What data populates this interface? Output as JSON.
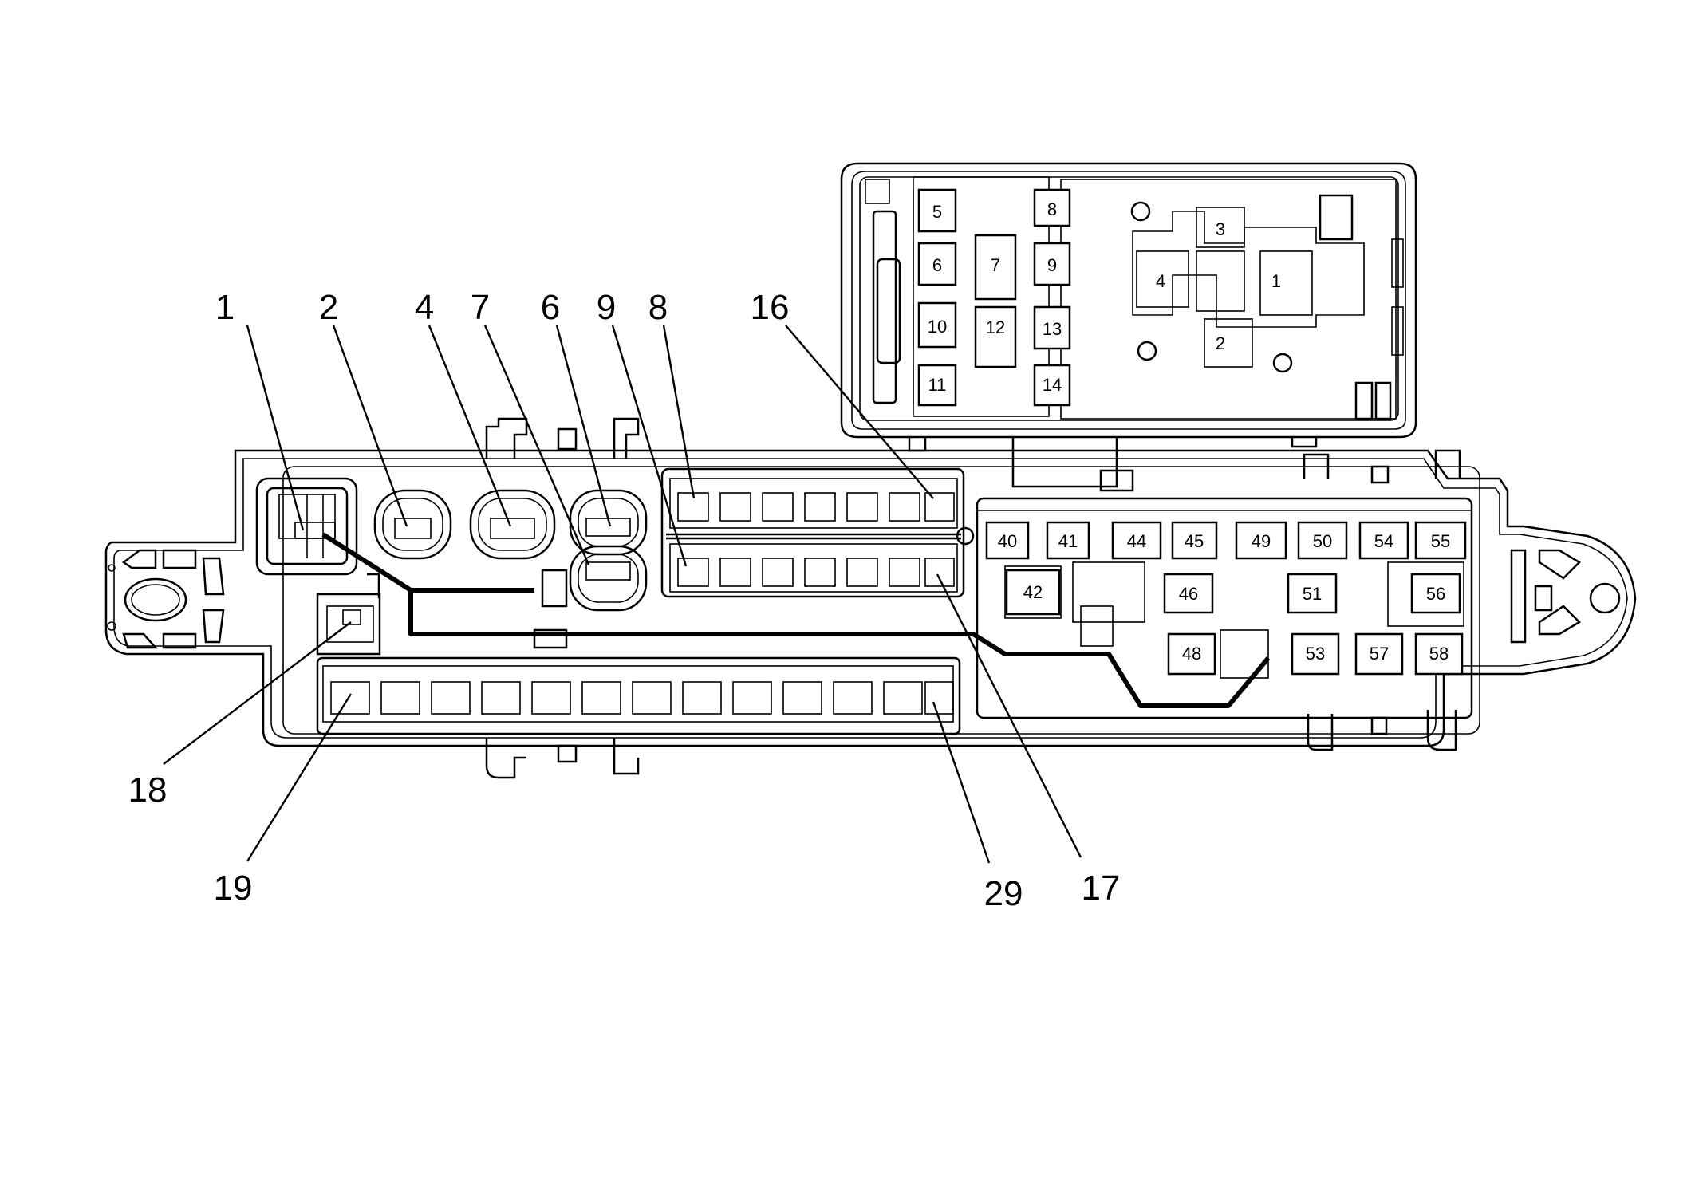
{
  "callouts": [
    {
      "id": "c1",
      "label": "1"
    },
    {
      "id": "c2",
      "label": "2"
    },
    {
      "id": "c4",
      "label": "4"
    },
    {
      "id": "c7",
      "label": "7"
    },
    {
      "id": "c6",
      "label": "6"
    },
    {
      "id": "c9",
      "label": "9"
    },
    {
      "id": "c8",
      "label": "8"
    },
    {
      "id": "c16",
      "label": "16"
    },
    {
      "id": "c18",
      "label": "18"
    },
    {
      "id": "c19",
      "label": "19"
    },
    {
      "id": "c29",
      "label": "29"
    },
    {
      "id": "c17",
      "label": "17"
    }
  ],
  "relay_block": {
    "small_positions": [
      "5",
      "6",
      "7",
      "8",
      "9",
      "10",
      "11",
      "12",
      "13",
      "14"
    ],
    "large_positions": [
      "1",
      "2",
      "3",
      "4"
    ]
  },
  "fuse_row_right_upper": [
    "40",
    "41",
    "44",
    "45",
    "49",
    "50",
    "54",
    "55"
  ],
  "fuse_row_right_middle": [
    "42",
    "46",
    "51",
    "56"
  ],
  "fuse_row_right_lower": [
    "48",
    "53",
    "57",
    "58"
  ]
}
